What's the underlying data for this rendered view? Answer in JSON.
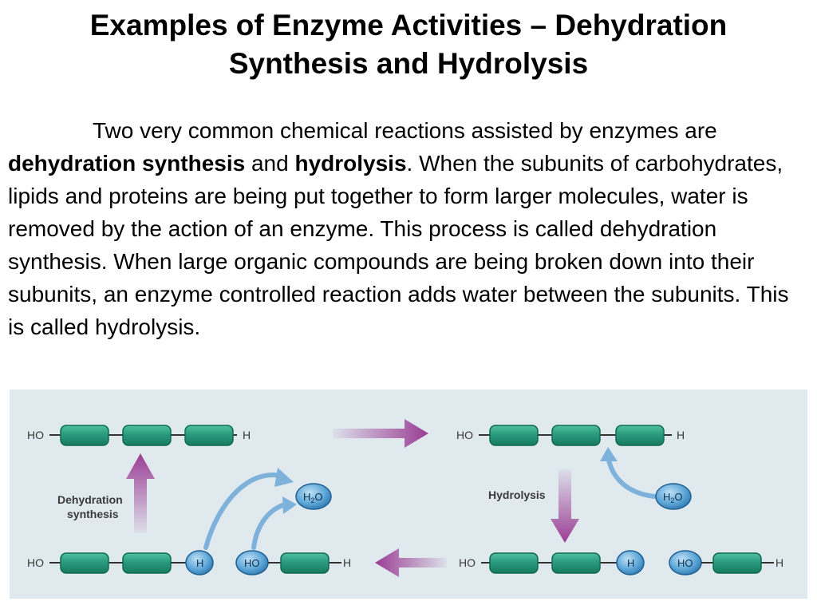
{
  "slide": {
    "title_line1": "Examples of Enzyme Activities – Dehydration",
    "title_line2": "Synthesis and Hydrolysis",
    "para_1": "Two very common chemical reactions assisted by enzymes are ",
    "term_1": "dehydration synthesis",
    "para_2": " and ",
    "term_2": "hydrolysis",
    "para_3": ".  When the subunits of carbohydrates, lipids and proteins are being put together to form larger molecules, water is removed by the action of an enzyme.  This process is called dehydration synthesis.  When large organic compounds are being broken down into their subunits, an enzyme controlled reaction adds water between the subunits.  This is called hydrolysis."
  },
  "diagram": {
    "ho": "HO",
    "h": "H",
    "h2o_h": "H",
    "h2o_sub": "2",
    "h2o_o": "O",
    "dehydration_label_1": "Dehydration",
    "dehydration_label_2": "synthesis",
    "hydrolysis_label": "Hydrolysis",
    "colors": {
      "panel": "#dfe9ee",
      "monomer": "#2a9a7e",
      "monomer_stroke": "#0f6a52",
      "ball": "#5fa8d8",
      "ball_stroke": "#1f5f91",
      "purple_arrow": "#9b3d94",
      "blue_arrow": "#7fb2da"
    }
  }
}
